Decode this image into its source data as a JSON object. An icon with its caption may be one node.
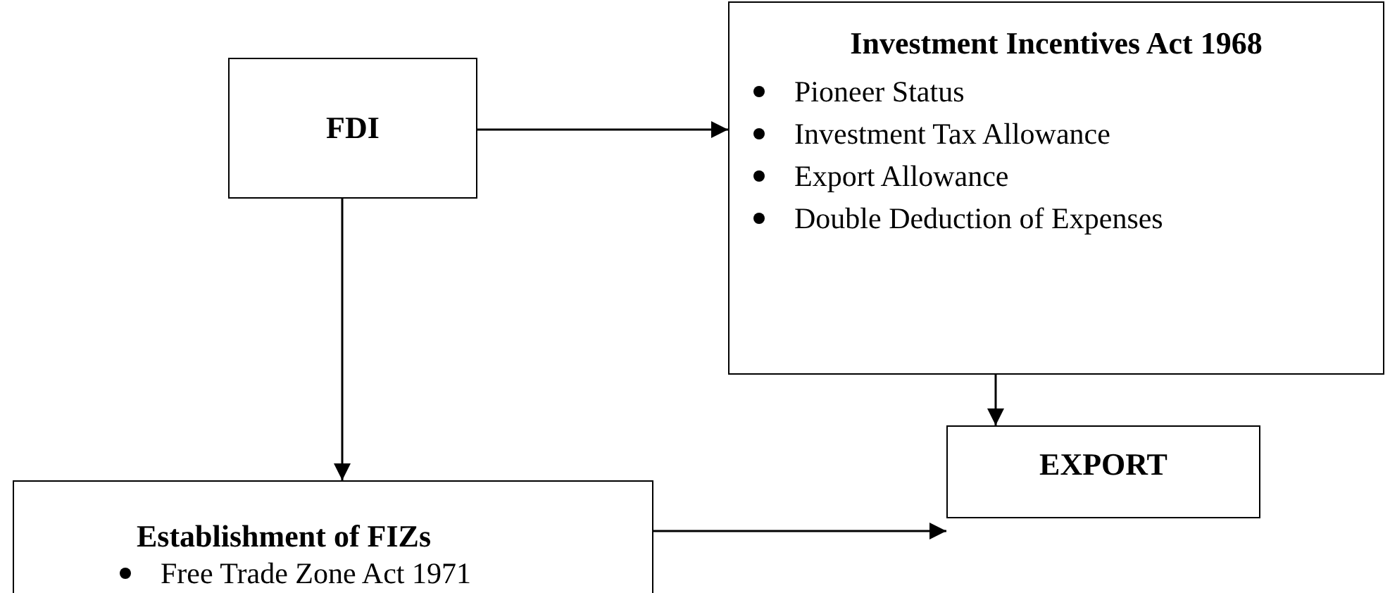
{
  "diagram": {
    "nodes": [
      {
        "text": [
          "FDI"
        ]
      },
      {
        "text": [
          "Investment Incentives Act 1968",
          "Pioneer Status",
          "Investment Tax Allowance",
          "Export Allowance",
          "Double Deduction of Expenses"
        ]
      },
      {
        "text": [
          "Establishment of FIZs",
          "Free Trade Zone Act 1971"
        ]
      },
      {
        "text": [
          "EXPORT"
        ]
      }
    ],
    "edges": [
      {
        "from": 0,
        "to": 1,
        "arrow": "to"
      },
      {
        "from": 0,
        "to": 2,
        "arrow": "to"
      },
      {
        "from": 1,
        "to": 3,
        "arrow": "to"
      },
      {
        "from": 2,
        "to": 3,
        "arrow": "to"
      }
    ]
  }
}
